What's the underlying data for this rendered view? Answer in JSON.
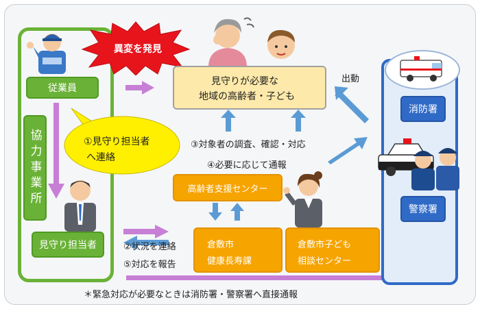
{
  "kyoryoku_jigyosho": "協力事業所",
  "jugyoin": "従業員",
  "mimamori_tantosha": "見守り担当者",
  "ihen_burst": "異変を発見",
  "step1_line1": "①見守り担当者",
  "step1_line2": "へ連絡",
  "target_line1": "見守りが必要な",
  "target_line2": "地域の高齢者・子ども",
  "step3": "③対象者の調査、確認・対応",
  "step4": "④必要に応じて通報",
  "shutsudo": "出動",
  "koureisha_center": "高齢者支援センター",
  "kenko_line1": "倉敷市",
  "kenko_line2": "健康長寿課",
  "kodomo_line1": "倉敷市子ども",
  "kodomo_line2": "相談センター",
  "step2": "②状況を連絡",
  "step5": "⑤対応を報告",
  "shobosho": "消防署",
  "keisatsusho": "警察署",
  "footnote": "＊緊急対応が必要なときは消防署・警察署へ直接通報",
  "colors": {
    "green": "#6ab237",
    "orange": "#f6a400",
    "blue": "#2f6ac6",
    "arrow_purple": "#c77fd6",
    "arrow_blue": "#5b9bd5",
    "yellow_bubble": "#fff000",
    "burst_red": "#e8141c",
    "target_fill": "#fde9a9"
  },
  "icons": [
    "worker-figure",
    "manager-figure",
    "elderly-woman-figure",
    "child-figure",
    "woman-pointing-figure",
    "ambulance-icon",
    "police-car-icon",
    "police-officer-figures"
  ]
}
